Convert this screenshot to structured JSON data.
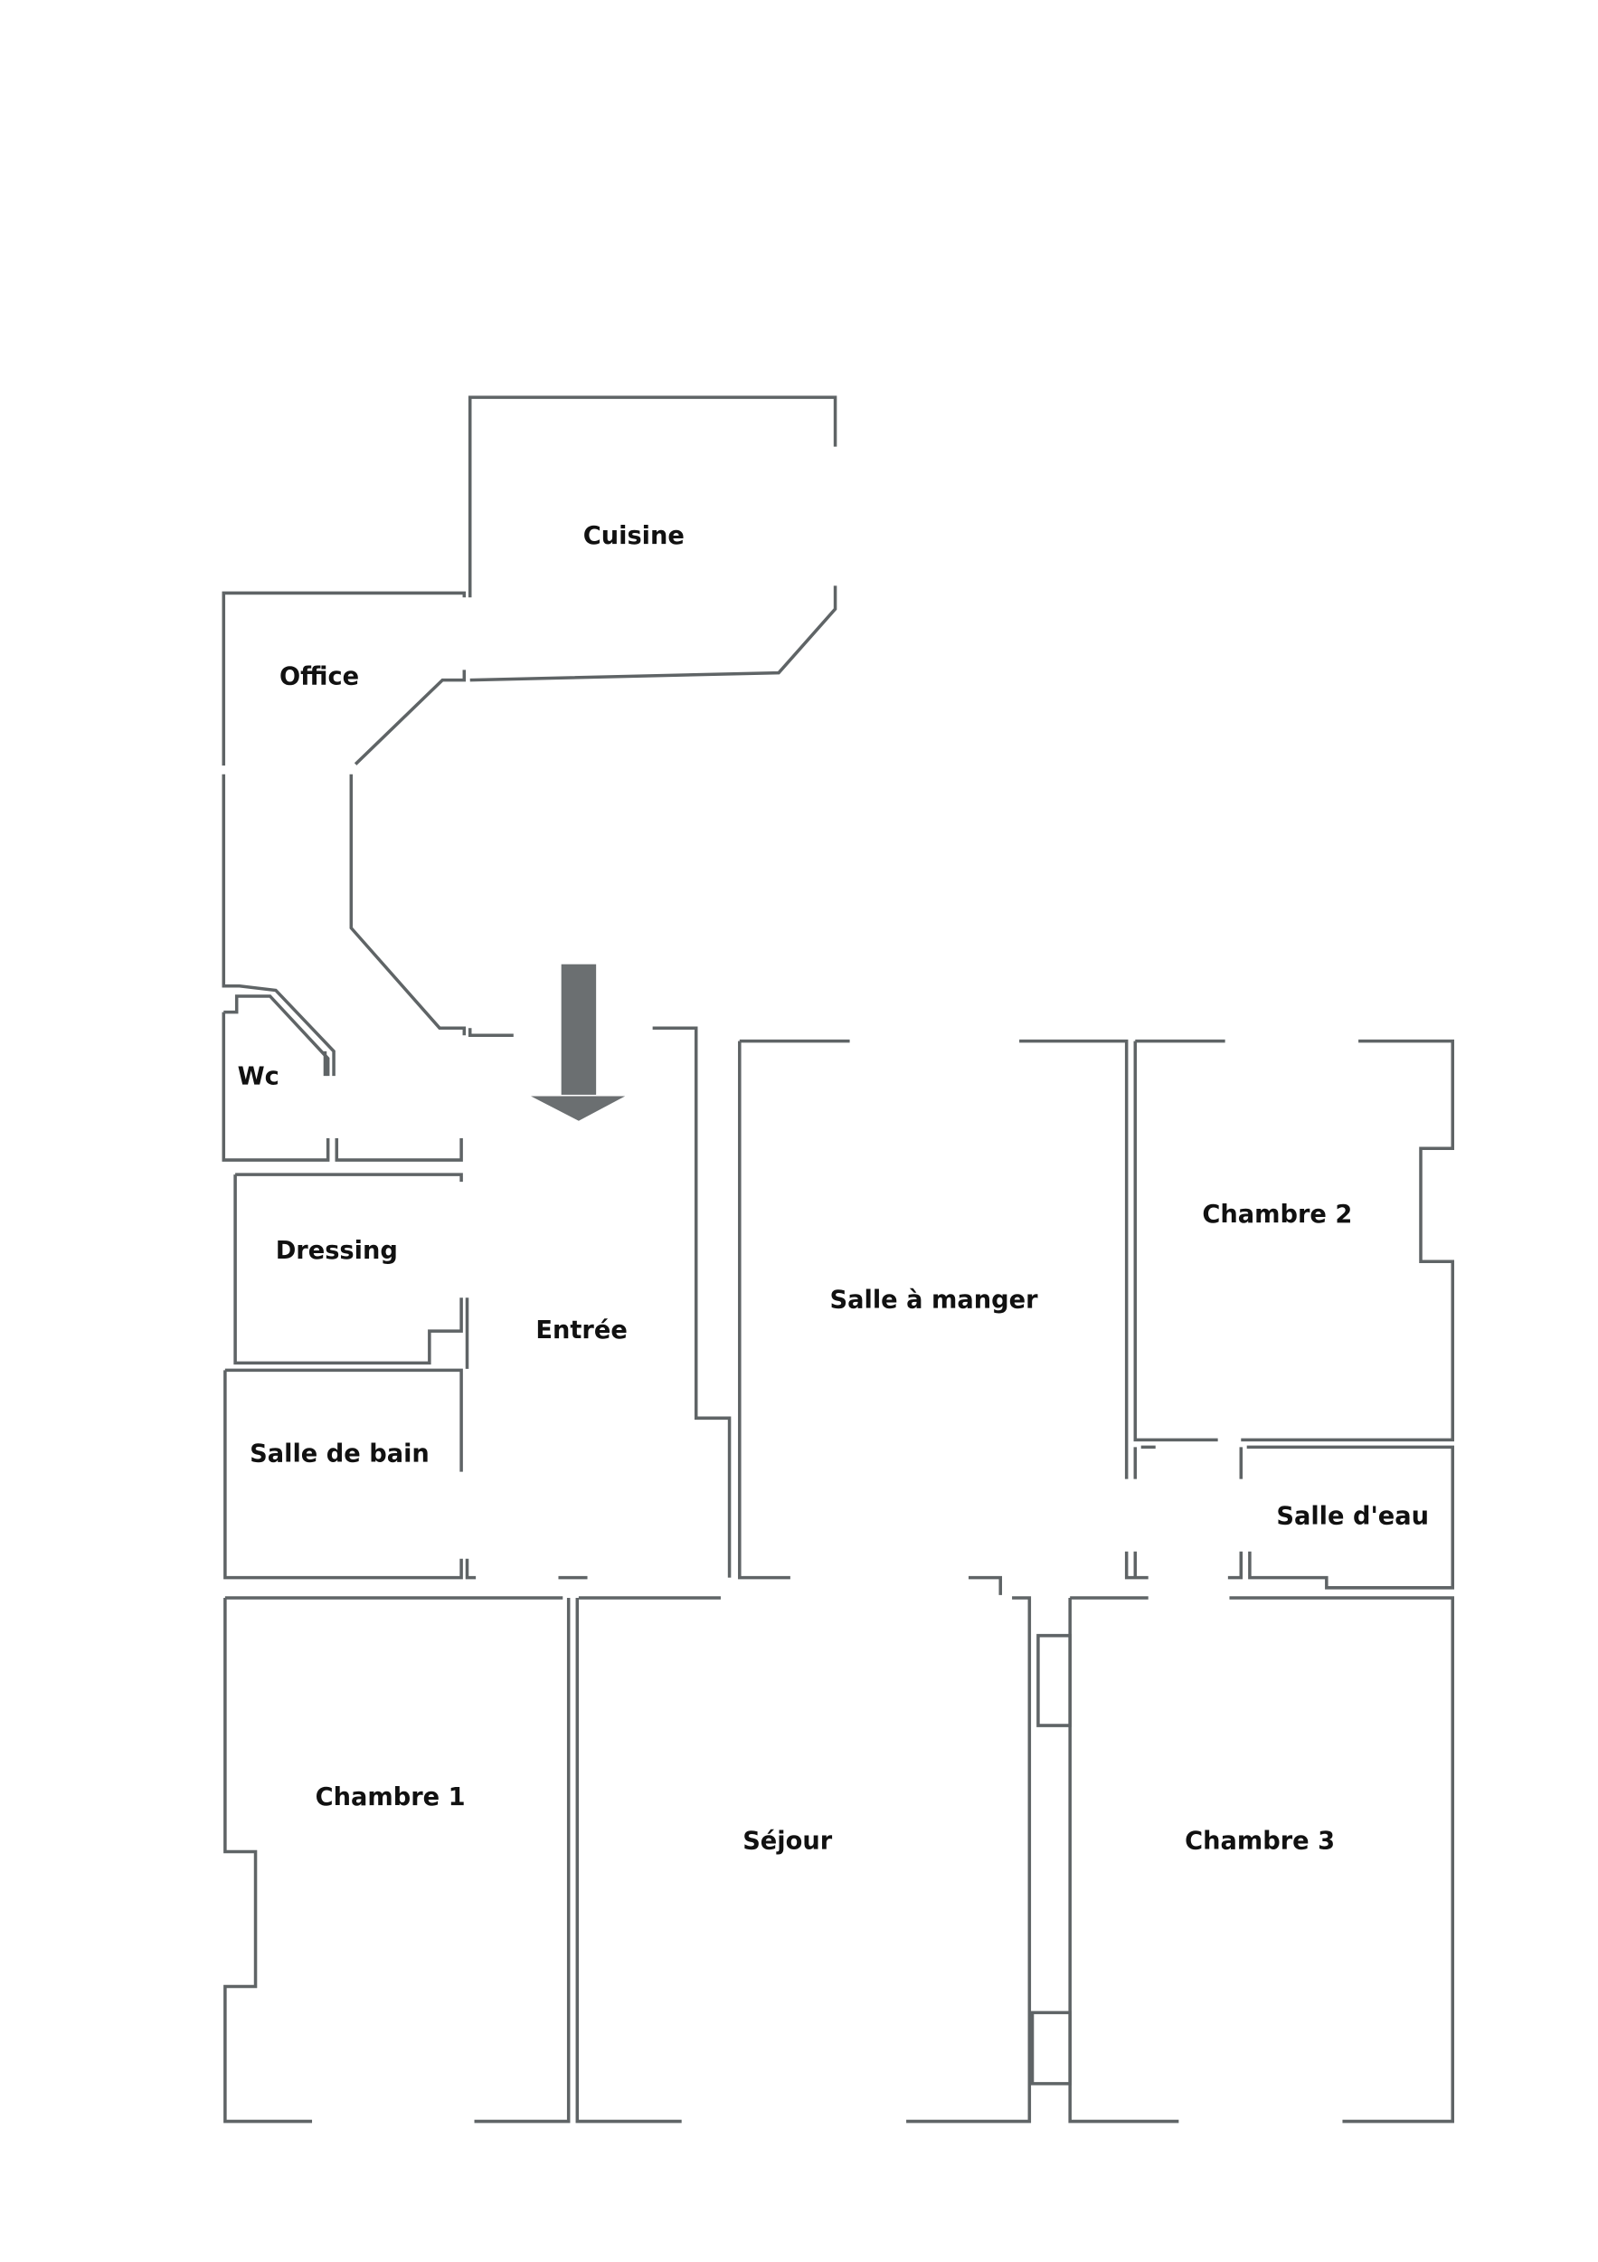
{
  "plan": {
    "rooms": {
      "cuisine": "Cuisine",
      "office": "Office",
      "wc": "Wc",
      "dressing": "Dressing",
      "entree": "Entrée",
      "salle_de_bain": "Salle de bain",
      "salle_a_manger": "Salle à manger",
      "chambre_2": "Chambre 2",
      "salle_d_eau": "Salle d'eau",
      "chambre_1": "Chambre 1",
      "sejour": "Séjour",
      "chambre_3": "Chambre 3"
    },
    "wall_color": "#5f6466",
    "arrow_color": "#6b6f71",
    "entrance_arrow": "arrow-down-icon"
  }
}
